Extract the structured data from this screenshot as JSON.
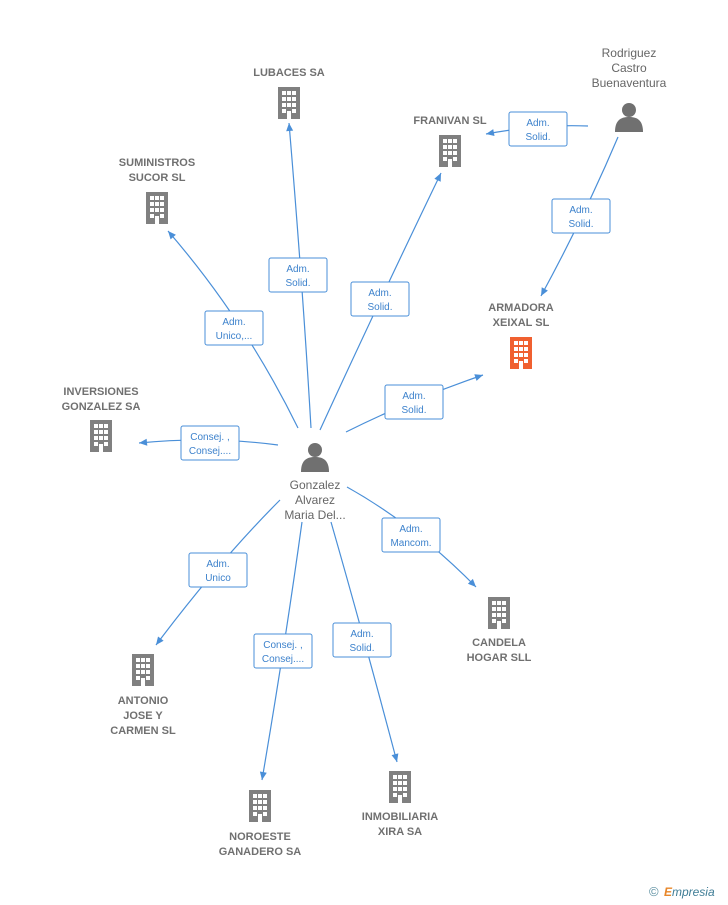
{
  "colors": {
    "edge": "#4a8fd8",
    "company": "#808080",
    "highlight": "#f06030",
    "person": "#707070"
  },
  "center": {
    "label_lines": [
      "Gonzalez",
      "Alvarez",
      "Maria Del..."
    ],
    "icon": "person-icon"
  },
  "secondary_person": {
    "label_lines": [
      "Rodriguez",
      "Castro",
      "Buenaventura"
    ],
    "icon": "person-icon"
  },
  "companies": [
    {
      "id": "lubaces",
      "label_lines": [
        "LUBACES SA"
      ],
      "highlight": false
    },
    {
      "id": "franivan",
      "label_lines": [
        "FRANIVAN  SL"
      ],
      "highlight": false
    },
    {
      "id": "suministros",
      "label_lines": [
        "SUMINISTROS",
        "SUCOR  SL"
      ],
      "highlight": false
    },
    {
      "id": "armadora",
      "label_lines": [
        "ARMADORA",
        "XEIXAL  SL"
      ],
      "highlight": true
    },
    {
      "id": "inversiones",
      "label_lines": [
        "INVERSIONES",
        "GONZALEZ SA"
      ],
      "highlight": false
    },
    {
      "id": "candela",
      "label_lines": [
        "CANDELA",
        "HOGAR  SLL"
      ],
      "highlight": false
    },
    {
      "id": "antonio",
      "label_lines": [
        "ANTONIO",
        "JOSE Y",
        "CARMEN  SL"
      ],
      "highlight": false
    },
    {
      "id": "noroeste",
      "label_lines": [
        "NOROESTE",
        "GANADERO SA"
      ],
      "highlight": false
    },
    {
      "id": "inmobiliaria",
      "label_lines": [
        "INMOBILIARIA",
        "XIRA SA"
      ],
      "highlight": false
    }
  ],
  "relations": [
    {
      "from": "center",
      "to": "lubaces",
      "label_lines": [
        "Adm.",
        "Solid."
      ]
    },
    {
      "from": "center",
      "to": "franivan",
      "label_lines": [
        "Adm.",
        "Solid."
      ]
    },
    {
      "from": "center",
      "to": "suministros",
      "label_lines": [
        "Adm.",
        "Unico,..."
      ]
    },
    {
      "from": "center",
      "to": "armadora",
      "label_lines": [
        "Adm.",
        "Solid."
      ]
    },
    {
      "from": "center",
      "to": "inversiones",
      "label_lines": [
        "Consej. ,",
        "Consej...."
      ]
    },
    {
      "from": "center",
      "to": "candela",
      "label_lines": [
        "Adm.",
        "Mancom."
      ]
    },
    {
      "from": "center",
      "to": "antonio",
      "label_lines": [
        "Adm.",
        "Unico"
      ]
    },
    {
      "from": "center",
      "to": "noroeste",
      "label_lines": [
        "Consej. ,",
        "Consej...."
      ]
    },
    {
      "from": "center",
      "to": "inmobiliaria",
      "label_lines": [
        "Adm.",
        "Solid."
      ]
    },
    {
      "from": "secondary",
      "to": "franivan",
      "label_lines": [
        "Adm.",
        "Solid."
      ]
    },
    {
      "from": "secondary",
      "to": "armadora",
      "label_lines": [
        "Adm.",
        "Solid."
      ]
    }
  ],
  "footer": {
    "copyright": "©",
    "brand_first": "E",
    "brand_rest": "mpresia"
  }
}
